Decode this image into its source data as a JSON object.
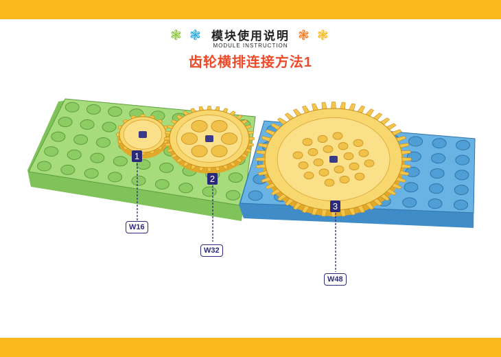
{
  "header": {
    "title_cn": "模块使用说明",
    "title_en": "MODULE INSTRUCTION",
    "subtitle": "齿轮横排连接方法1"
  },
  "colors": {
    "bar": "#f9b81b",
    "green_plate": "#9bd66f",
    "blue_plate": "#5aa6dc",
    "gear": "#f7d46a",
    "accent": "#2b2a7a",
    "title": "#ee4a2a"
  },
  "icons": [
    "flower-green-icon",
    "flower-blue-icon",
    "flower-orange-icon",
    "flower-yellow-icon"
  ],
  "gears": [
    {
      "number": "1",
      "label": "W16"
    },
    {
      "number": "2",
      "label": "W32"
    },
    {
      "number": "3",
      "label": "W48"
    }
  ]
}
